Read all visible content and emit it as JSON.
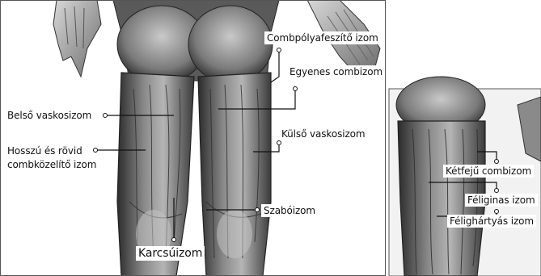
{
  "figure": {
    "labels": {
      "combpolyafeszito": "Combpólyafeszítő izom",
      "egyenes_combizom": "Egyenes combizom",
      "belso_vaskosizom": "Belső vaskosizom",
      "kulso_vaskosizom": "Külső vaskosizom",
      "hosszu_es_rovid": "Hosszú és rövid",
      "combkozelito_izom": "combközelítő izom",
      "szaboizom": "Szabóizom",
      "karcsuizom": "Karcsúizom",
      "ketfeju_combizom": "Kétfejű combizom",
      "feliginas_izom": "Féliginas izom",
      "felihartyas_izom": "Félighártyás izom"
    }
  }
}
